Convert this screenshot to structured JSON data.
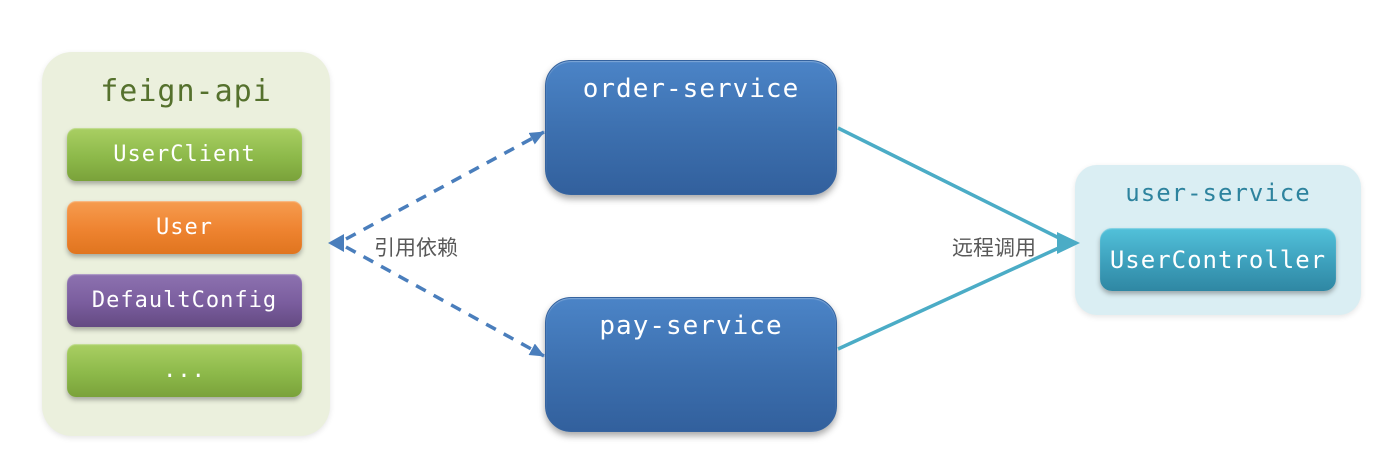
{
  "feign_api": {
    "title": "feign-api",
    "bg_color": "#ebf0dd",
    "title_color": "#55712d",
    "items": [
      {
        "label": "UserClient",
        "color": "#8db94a"
      },
      {
        "label": "User",
        "color": "#ee8330"
      },
      {
        "label": "DefaultConfig",
        "color": "#7a5d9e"
      },
      {
        "label": "...",
        "color": "#8db94a"
      }
    ]
  },
  "services": {
    "order": {
      "label": "order-service",
      "color": "#3c6fae"
    },
    "pay": {
      "label": "pay-service",
      "color": "#3c6fae"
    }
  },
  "user_service": {
    "title": "user-service",
    "bg_color": "#daeef3",
    "title_color": "#2d839e",
    "controller": {
      "label": "UserController",
      "color": "#3da0bc"
    }
  },
  "arrows": {
    "dependency": {
      "label": "引用依赖",
      "style": "dashed",
      "color": "#4a7ebc"
    },
    "remote_call": {
      "label": "远程调用",
      "style": "solid",
      "color": "#4bacc6"
    }
  }
}
